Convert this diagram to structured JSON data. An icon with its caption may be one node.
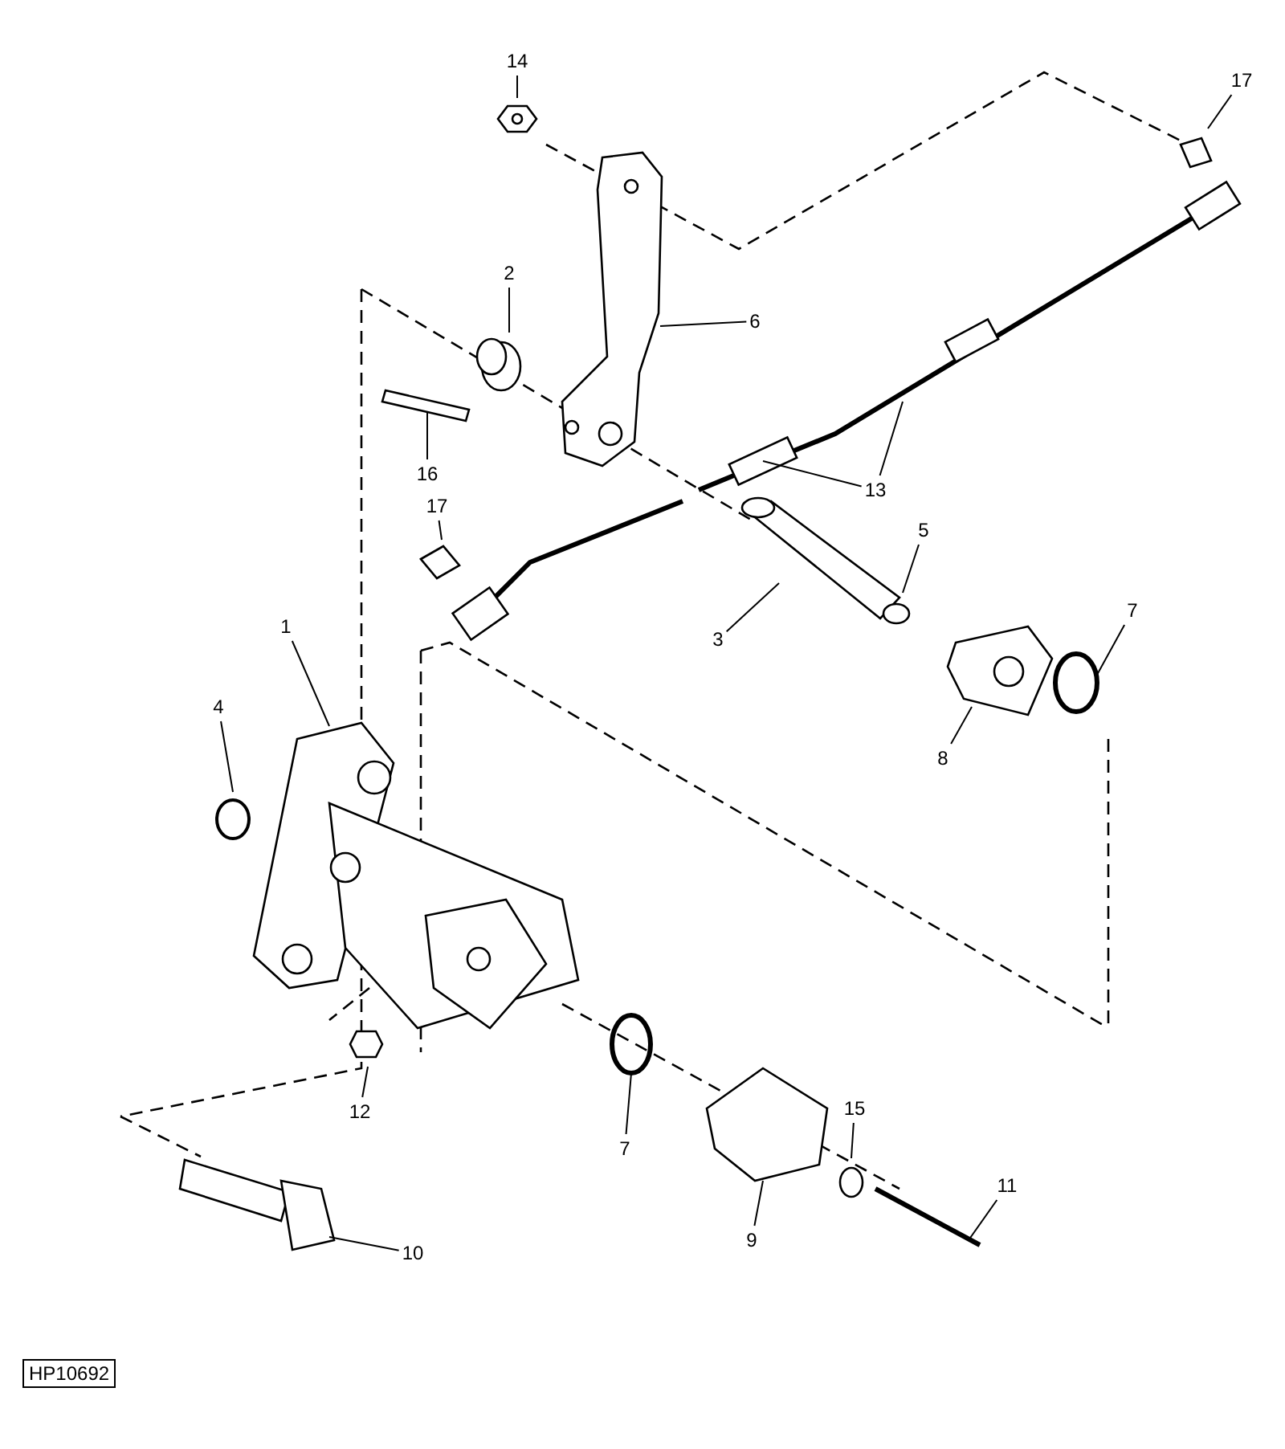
{
  "diagram": {
    "nodes": [
      {
        "text": [
          "14"
        ]
      },
      {
        "text": [
          "17"
        ]
      },
      {
        "text": [
          "2"
        ]
      },
      {
        "text": [
          "6"
        ]
      },
      {
        "text": [
          "16"
        ]
      },
      {
        "text": [
          "13"
        ]
      },
      {
        "text": [
          "17"
        ]
      },
      {
        "text": [
          "5"
        ]
      },
      {
        "text": [
          "3"
        ]
      },
      {
        "text": [
          "7"
        ]
      },
      {
        "text": [
          "8"
        ]
      },
      {
        "text": [
          "1"
        ]
      },
      {
        "text": [
          "4"
        ]
      },
      {
        "text": [
          "12"
        ]
      },
      {
        "text": [
          "7"
        ]
      },
      {
        "text": [
          "15"
        ]
      },
      {
        "text": [
          "11"
        ]
      },
      {
        "text": [
          "9"
        ]
      },
      {
        "text": [
          "10"
        ]
      }
    ],
    "edges": [
      {
        "from": 0,
        "to": null,
        "arrow": "none"
      },
      {
        "from": 1,
        "to": null,
        "arrow": "none"
      },
      {
        "from": 2,
        "to": null,
        "arrow": "none"
      },
      {
        "from": 3,
        "to": null,
        "arrow": "none"
      },
      {
        "from": 4,
        "to": null,
        "arrow": "none"
      },
      {
        "from": 5,
        "to": null,
        "arrow": "none"
      },
      {
        "from": 5,
        "to": null,
        "arrow": "none"
      },
      {
        "from": 6,
        "to": null,
        "arrow": "none"
      },
      {
        "from": 7,
        "to": null,
        "arrow": "none"
      },
      {
        "from": 8,
        "to": null,
        "arrow": "none"
      },
      {
        "from": 9,
        "to": null,
        "arrow": "none"
      },
      {
        "from": 10,
        "to": null,
        "arrow": "none"
      },
      {
        "from": 11,
        "to": null,
        "arrow": "none"
      },
      {
        "from": 12,
        "to": null,
        "arrow": "none"
      },
      {
        "from": 13,
        "to": null,
        "arrow": "none"
      },
      {
        "from": 14,
        "to": null,
        "arrow": "none"
      },
      {
        "from": 15,
        "to": null,
        "arrow": "none"
      },
      {
        "from": 16,
        "to": null,
        "arrow": "none"
      },
      {
        "from": 17,
        "to": null,
        "arrow": "none"
      },
      {
        "from": 18,
        "to": null,
        "arrow": "none"
      }
    ],
    "labels": [
      "HP10692"
    ]
  }
}
